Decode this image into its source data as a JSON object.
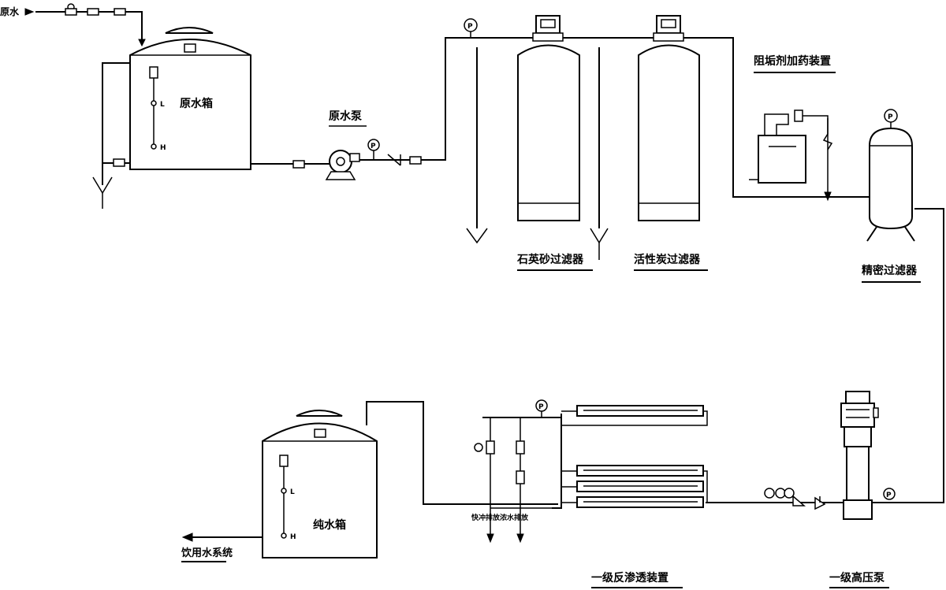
{
  "labels": {
    "raw_water_inlet": "原水",
    "raw_water_tank": "原水箱",
    "raw_water_pump": "原水泵",
    "quartz_sand_filter": "石英砂过滤器",
    "activated_carbon_filter": "活性炭过滤器",
    "antiscalant_dosing": "阻垢剂加药装置",
    "precision_filter": "精密过滤器",
    "primary_ro_unit": "一级反渗透装置",
    "primary_high_pressure_pump": "一级高压泵",
    "pure_water_tank": "纯水箱",
    "drinking_water_system": "饮用水系统",
    "flush_drain_note": "快冲排放浓水排放"
  },
  "instrument_tags": {
    "pressure": "P",
    "level_low": "L",
    "level_high": "H"
  }
}
